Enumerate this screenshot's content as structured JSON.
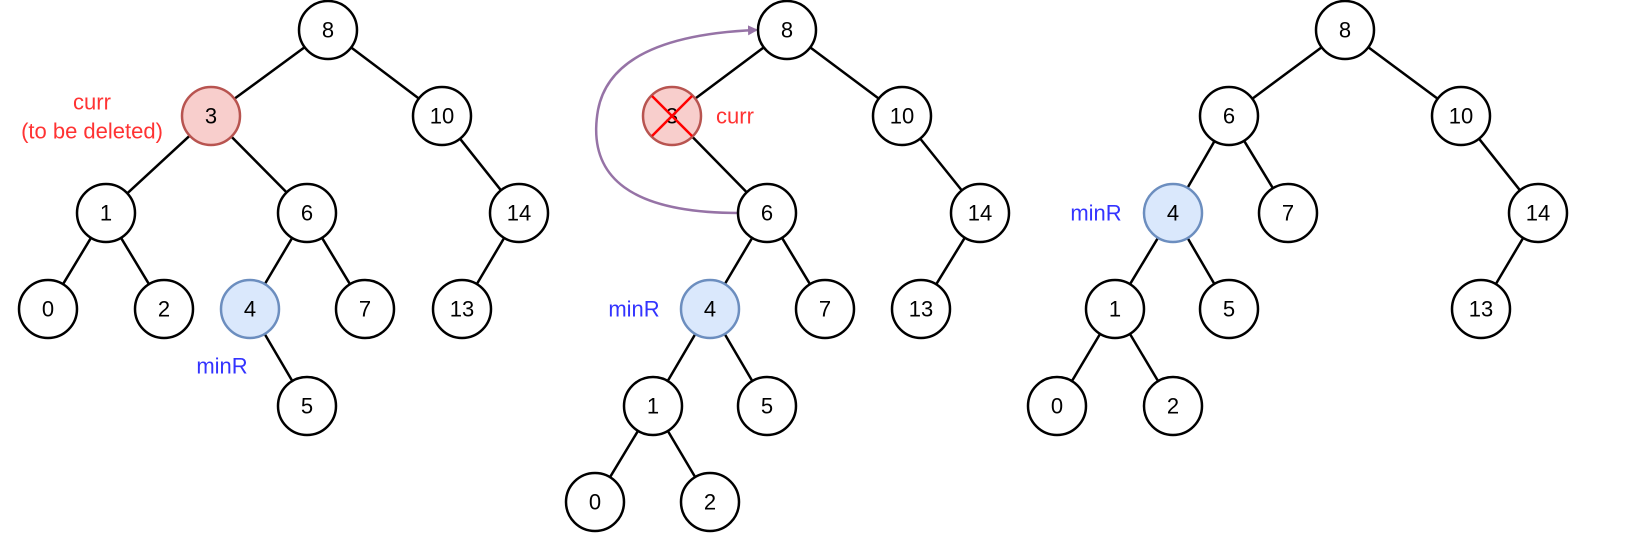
{
  "diagrams": [
    {
      "nodes": [
        "8",
        "3",
        "10",
        "1",
        "6",
        "14",
        "0",
        "2",
        "4",
        "7",
        "13",
        "5"
      ],
      "labels": [
        "curr",
        "(to be deleted)",
        "minR"
      ]
    },
    {
      "nodes": [
        "8",
        "3",
        "10",
        "6",
        "14",
        "4",
        "7",
        "13",
        "1",
        "5",
        "0",
        "2"
      ],
      "labels": [
        "curr",
        "minR"
      ]
    },
    {
      "nodes": [
        "8",
        "6",
        "10",
        "4",
        "7",
        "14",
        "1",
        "5",
        "13",
        "0",
        "2"
      ],
      "labels": [
        "minR"
      ]
    }
  ],
  "colors": {
    "deleted_fill": "#f8cecc",
    "deleted_stroke": "#b85450",
    "minr_fill": "#dae8fc",
    "minr_stroke": "#6c8ebf",
    "curr_label": "#ff3333",
    "minr_label": "#3333ff",
    "cross": "#ff0000",
    "arrow": "#9673a6"
  }
}
